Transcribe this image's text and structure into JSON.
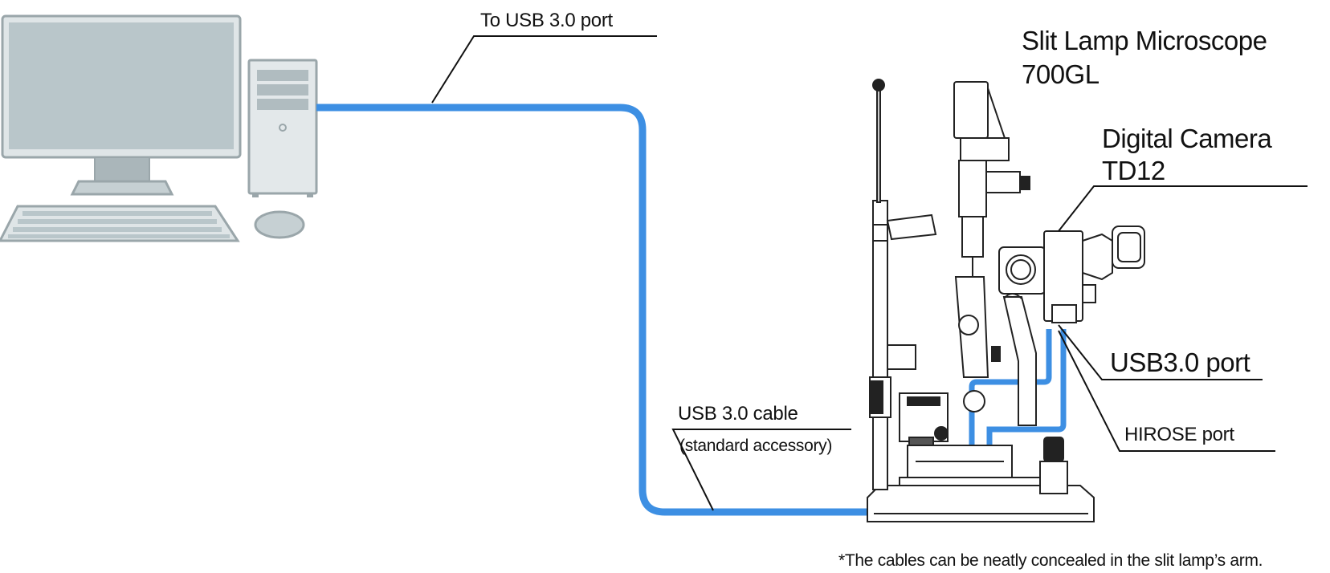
{
  "labels": {
    "to_usb_port": "To USB 3.0 port",
    "microscope": {
      "line1": "Slit Lamp Microscope",
      "line2": "700GL"
    },
    "camera": {
      "line1": "Digital Camera",
      "line2": "TD12"
    },
    "usb_port": "USB3.0 port",
    "hirose_port": "HIROSE port",
    "usb_cable": {
      "line1": "USB 3.0 cable",
      "line2": "(standard accessory)"
    },
    "footnote": "*The cables can be neatly concealed in the slit lamp’s arm."
  },
  "colors": {
    "cable": "#3d8fe3",
    "computer_fill": "#c6d0d3",
    "computer_stroke": "#9aa6aa",
    "device_stroke": "#222222"
  },
  "icons": {
    "computer": "desktop-computer-icon",
    "microscope": "slit-lamp-microscope-icon",
    "camera": "digital-camera-icon"
  }
}
